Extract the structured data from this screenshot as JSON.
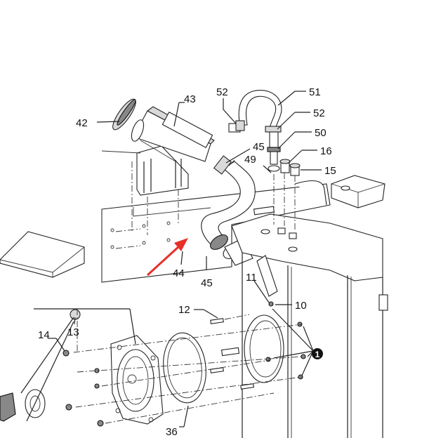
{
  "callouts": [
    {
      "id": "c42",
      "text": "42"
    },
    {
      "id": "c43",
      "text": "43"
    },
    {
      "id": "c52a",
      "text": "52"
    },
    {
      "id": "c51",
      "text": "51"
    },
    {
      "id": "c52b",
      "text": "52"
    },
    {
      "id": "c50",
      "text": "50"
    },
    {
      "id": "c45a",
      "text": "45"
    },
    {
      "id": "c49",
      "text": "49"
    },
    {
      "id": "c16",
      "text": "16"
    },
    {
      "id": "c15",
      "text": "15"
    },
    {
      "id": "c44",
      "text": "44"
    },
    {
      "id": "c45b",
      "text": "45"
    },
    {
      "id": "c11",
      "text": "11"
    },
    {
      "id": "c10",
      "text": "10"
    },
    {
      "id": "c12",
      "text": "12"
    },
    {
      "id": "c14",
      "text": "14"
    },
    {
      "id": "c13",
      "text": "13"
    },
    {
      "id": "c36",
      "text": "36"
    }
  ],
  "marker": {
    "text": "1"
  },
  "colors": {
    "arrow": "#e8302a",
    "ink": "#222222",
    "fill_grey": "#d9d9d9"
  }
}
